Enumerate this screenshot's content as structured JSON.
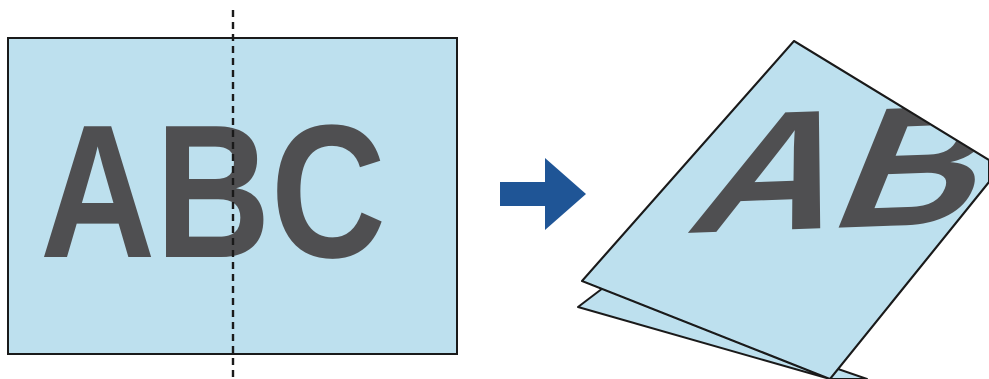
{
  "unfolded_sheet": {
    "text": "ABC",
    "fill_color": "#bde0ee",
    "text_color": "#4f4f51",
    "outline_color": "#1a1a1a"
  },
  "fold_line": {
    "style": "dashed",
    "color": "#1a1a1a"
  },
  "arrow": {
    "direction": "right",
    "color": "#1f5596",
    "icon": "right-arrow-icon"
  },
  "folded_sheet": {
    "visible_text": "AB",
    "fill_color": "#bde0ee",
    "text_color": "#4f4f51",
    "outline_color": "#1a1a1a"
  }
}
